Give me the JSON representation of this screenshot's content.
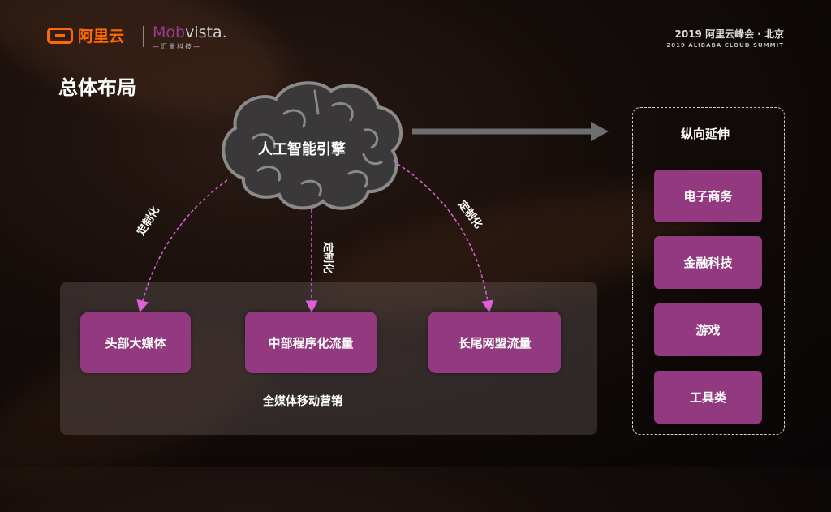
{
  "header": {
    "alibaba_logo_text": "阿里云",
    "mobvista_logo": {
      "name_a": "Mob",
      "name_b": "vista.",
      "sub": "汇量科技"
    },
    "summit_line1": "2019 阿里云峰会 · 北京",
    "summit_line2": "2019 ALIBABA CLOUD SUMMIT"
  },
  "title": "总体布局",
  "engine": {
    "label": "人工智能引擎"
  },
  "customize_labels": [
    "定制化",
    "定制化",
    "定制化"
  ],
  "media": {
    "label": "全媒体移动营销",
    "boxes": [
      "头部大媒体",
      "中部程序化流量",
      "长尾网盟流量"
    ]
  },
  "vertical": {
    "title": "纵向延伸",
    "items": [
      "电子商务",
      "金融科技",
      "游戏",
      "工具类"
    ]
  },
  "colors": {
    "accent": "#93397f",
    "dashed_arrow": "#e060d8",
    "alibaba": "#ff6a00",
    "mobvista": "#9b3c8f"
  }
}
